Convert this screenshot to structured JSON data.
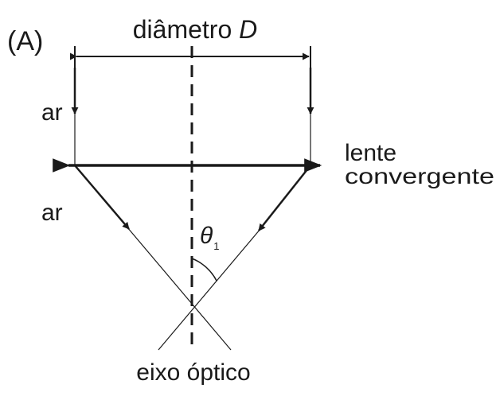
{
  "panel_label": "(A)",
  "diameter_label": "diâmetro",
  "diameter_symbol": "D",
  "medium_top": "ar",
  "medium_bottom": "ar",
  "lens_label_line1": "lente",
  "lens_label_line2": "convergente",
  "angle_symbol": "θ",
  "angle_subscript": "1",
  "axis_label": "eixo óptico",
  "colors": {
    "ink": "#1a1a1a",
    "background": "#ffffff"
  }
}
